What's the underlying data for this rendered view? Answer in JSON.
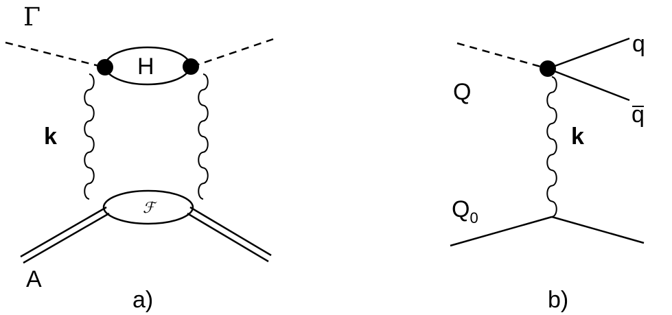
{
  "diagram_a": {
    "incoming_label": "Γ",
    "loop_label": "H",
    "momentum_label": "k",
    "blob_label": "ℱ",
    "target_label": "A",
    "panel_label": "a)"
  },
  "diagram_b": {
    "incoming_label": "Q",
    "quark_label": "q",
    "antiquark_label": "q",
    "momentum_label": "k",
    "lower_label": "Q",
    "lower_subscript": "0",
    "panel_label": "b)"
  }
}
